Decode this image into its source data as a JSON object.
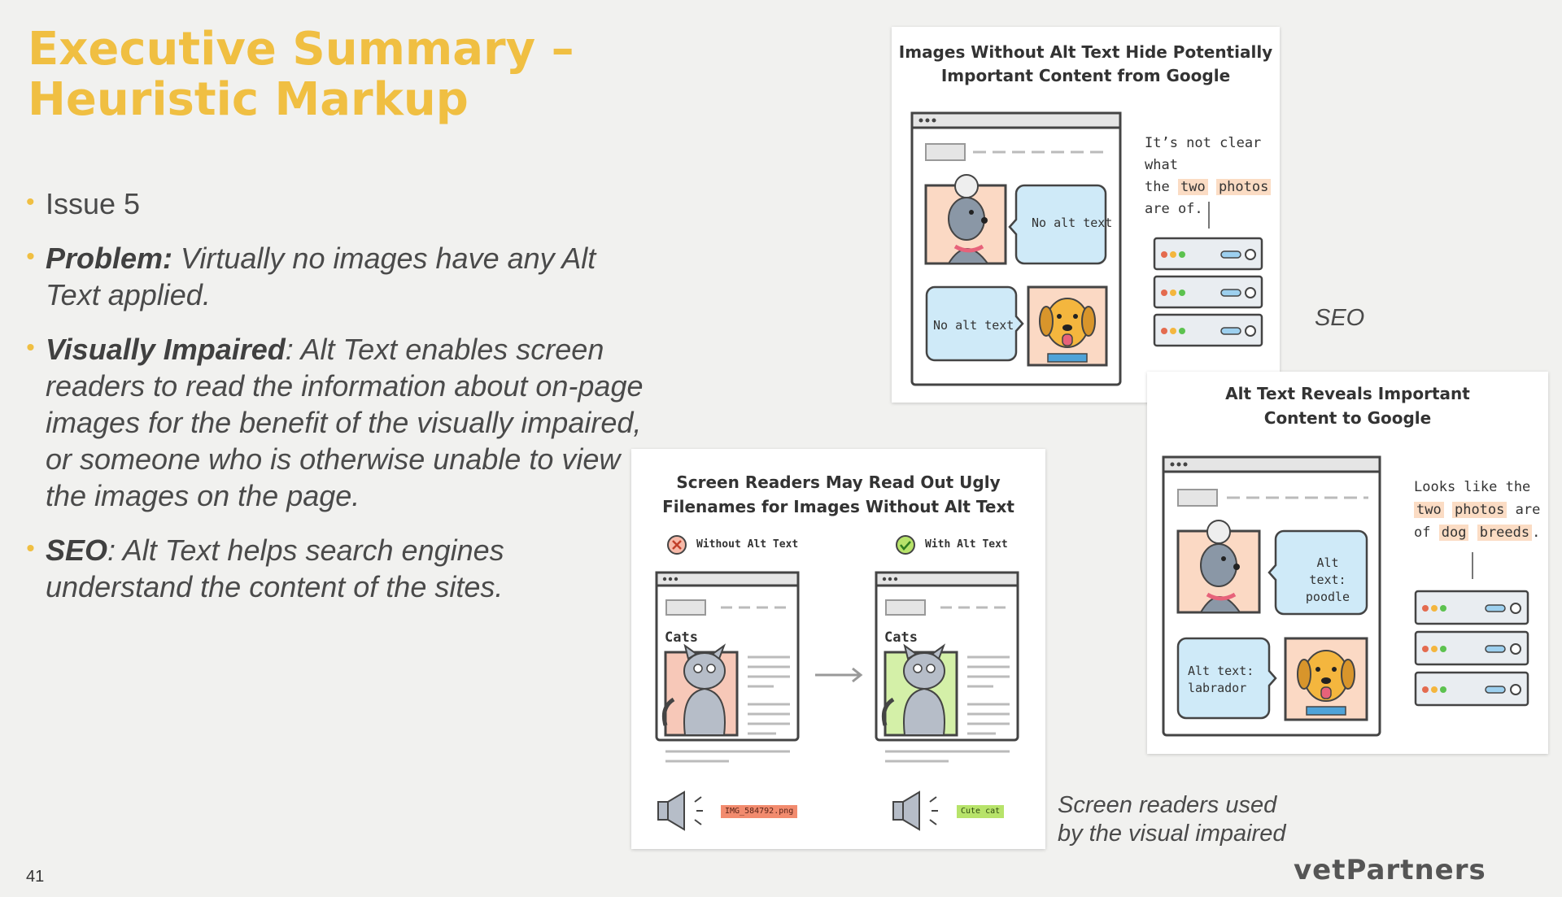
{
  "slide": {
    "title_line1": "Executive Summary –",
    "title_line2": "Heuristic Markup",
    "page_number": "41"
  },
  "bullets": {
    "issue": "Issue 5",
    "problem_label": "Problem:",
    "problem_text": " Virtually no images have any Alt Text applied.",
    "visual_label": "Visually Impaired",
    "visual_text": ": Alt Text enables screen readers to read the information about on-page images for the benefit of the visually impaired, or someone who is otherwise unable to view the images on the page.",
    "seo_label": "SEO",
    "seo_text": ": Alt Text helps search engines understand the content of the sites."
  },
  "card1": {
    "title_line1": "Images Without Alt Text Hide Potentially",
    "title_line2": "Important Content from Google",
    "bubble1": "No alt text",
    "bubble2": "No alt text",
    "note_1": "It’s not clear what",
    "note_2a": "the",
    "note_two": "two",
    "note_photos": "photos",
    "note_3": "are of."
  },
  "card2": {
    "title_line1": "Screen Readers May Read Out Ugly",
    "title_line2": "Filenames for Images Without Alt Text",
    "without_label": "Without Alt Text",
    "with_label": "With Alt Text",
    "page_heading_left": "Cats",
    "page_heading_right": "Cats",
    "filename": "IMG_584792.png",
    "alt_spoken": "Cute cat"
  },
  "card3": {
    "title_line1": "Alt Text Reveals Important",
    "title_line2": "Content to Google",
    "bubble1_line1": "Alt text:",
    "bubble1_line2": "poodle",
    "bubble2_line1": "Alt text:",
    "bubble2_line2": "labrador",
    "note_1": "Looks like the",
    "note_two": "two",
    "note_photos": "photos",
    "note_are": "are",
    "note_of": "of",
    "note_dog": "dog",
    "note_breeds": "breeds",
    "note_period": "."
  },
  "captions": {
    "seo": "SEO",
    "screen_readers_line1": "Screen readers used",
    "screen_readers_line2": "by the visual impaired"
  },
  "brand": {
    "logo": "vetPartners"
  },
  "colors": {
    "title": "#f0bf42",
    "bubble": "#cfeaf8",
    "highlight": "#fbdcc4",
    "filename_bg": "#f28b6e",
    "alt_bg": "#b7e36a",
    "error": "#e46b4f",
    "ok": "#5cc24f"
  }
}
